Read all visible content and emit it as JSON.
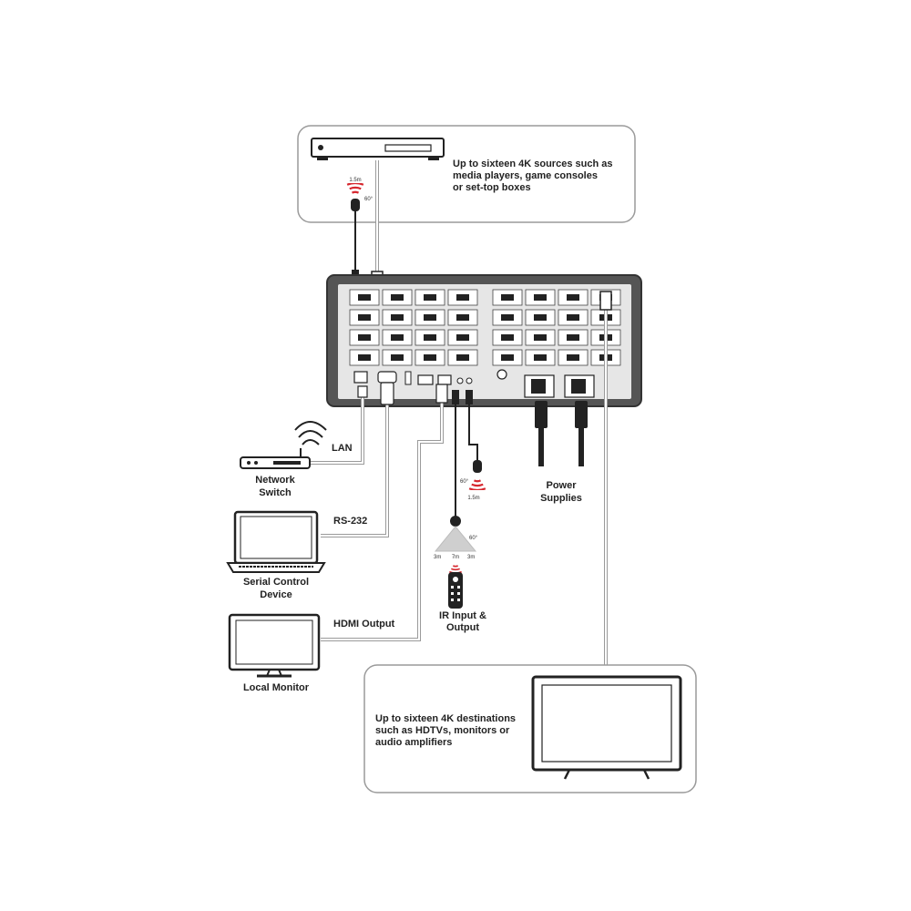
{
  "sources_box": {
    "text_lines": [
      "Up to sixteen 4K sources such as",
      "media players, game consoles",
      "or set-top boxes"
    ]
  },
  "destinations_box": {
    "text_lines": [
      "Up to sixteen 4K destinations",
      "such as HDTVs, monitors or",
      "audio amplifiers"
    ]
  },
  "connections": {
    "lan": "LAN",
    "rs232": "RS-232",
    "hdmi_output": "HDMI Output"
  },
  "devices": {
    "network_switch": [
      "Network",
      "Switch"
    ],
    "serial_control": [
      "Serial Control",
      "Device"
    ],
    "local_monitor": "Local Monitor",
    "power_supplies": [
      "Power",
      "Supplies"
    ],
    "ir_io": [
      "IR Input &",
      "Output"
    ]
  },
  "ir_specs": {
    "top_range": "1.5m",
    "top_angle": "60°",
    "mid_range": "1.5m",
    "mid_angle": "60°",
    "receiver_left": "3m",
    "receiver_center": "7m",
    "receiver_right": "3m",
    "receiver_angle": "60°"
  },
  "colors": {
    "ir_red": "#d6282f",
    "chassis_border": "#333333",
    "cable": "#9a9a9a",
    "box_border": "#9a9a9a"
  }
}
